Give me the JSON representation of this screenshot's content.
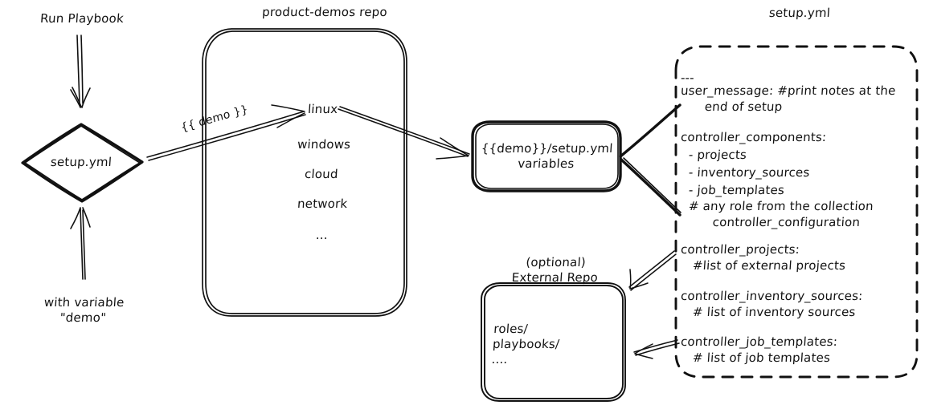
{
  "diagram": {
    "title_run": "Run Playbook",
    "with_variable": "with variable\n\"demo\"",
    "entry_node": "setup.yml",
    "edge_demo_label": "{{ demo }}",
    "repo": {
      "title": "product-demos repo",
      "items": [
        "linux",
        "windows",
        "cloud",
        "network",
        "..."
      ]
    },
    "vars_node": "{{demo}}/setup.yml\nvariables",
    "external_repo": {
      "title": "(optional)\nExternal Repo",
      "contents": "roles/\nplaybooks/\n...."
    },
    "setup_panel": {
      "title": "setup.yml",
      "lines": [
        "---",
        "user_message: #print notes at the",
        "      end of setup",
        "",
        "controller_components:",
        "  - projects",
        "  - inventory_sources",
        "  - job_templates",
        "  # any role from the collection",
        "        controller_configuration",
        "",
        "controller_projects:",
        "   #list of external projects",
        "",
        "controller_inventory_sources:",
        "   # list of inventory sources",
        "",
        "controller_job_templates:",
        "   # list of job templates"
      ]
    },
    "colors": {
      "ink": "#111111",
      "paper": "#ffffff"
    }
  }
}
